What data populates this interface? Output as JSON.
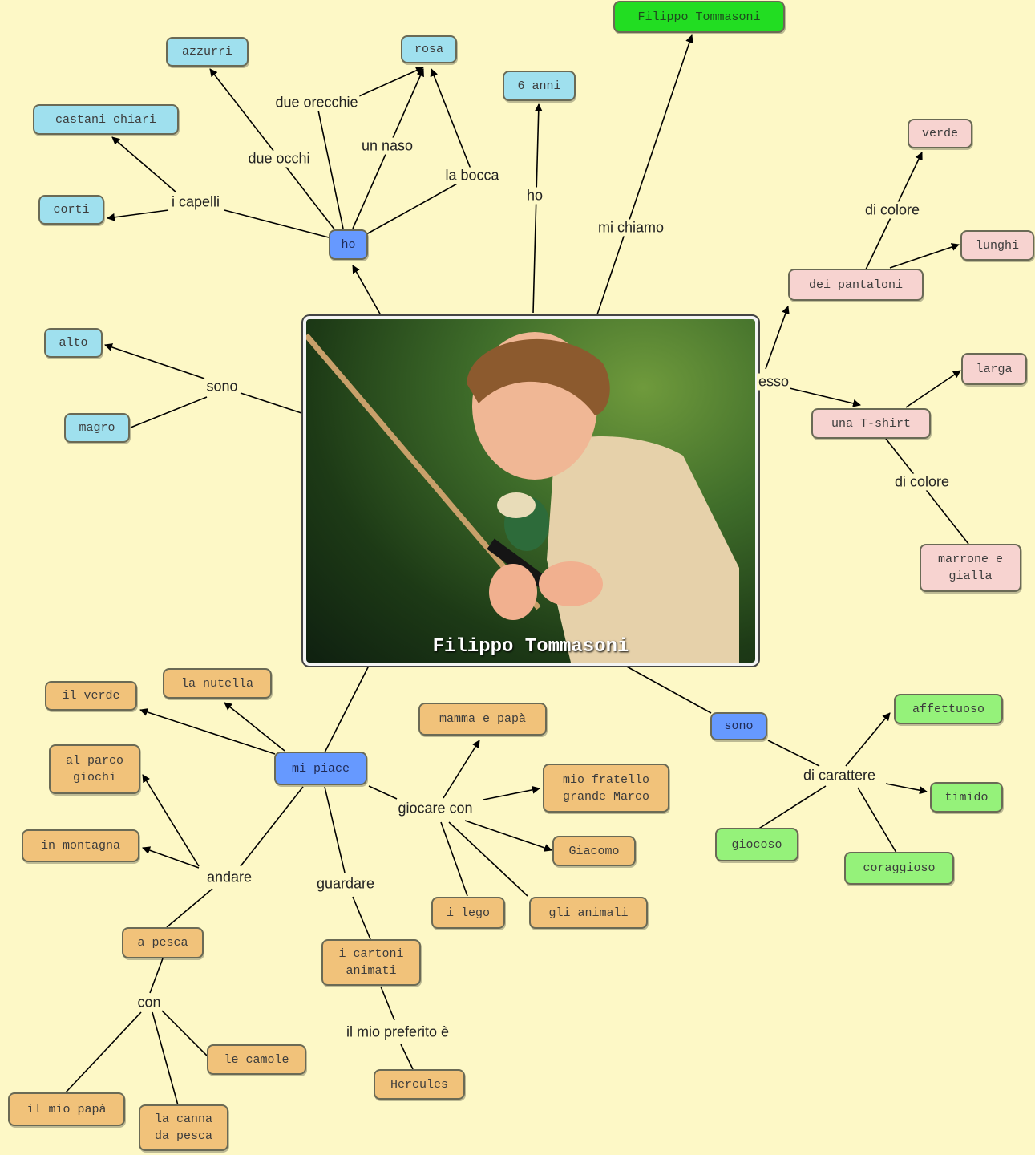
{
  "center": {
    "caption": "Filippo Tommasoni"
  },
  "nodes": {
    "filippo": "Filippo Tommasoni",
    "six": "6 anni",
    "azzurri": "azzurri",
    "rosa": "rosa",
    "castani": "castani chiari",
    "corti": "corti",
    "ho": "ho",
    "alto": "alto",
    "magro": "magro",
    "verde_top": "verde",
    "lunghi": "lunghi",
    "pantaloni": "dei pantaloni",
    "larga": "larga",
    "tshirt": "una T-shirt",
    "marrone": "marrone e\ngialla",
    "il_verde": "il verde",
    "nutella": "la nutella",
    "mamma": "mamma e papà",
    "parco": "al parco\ngiochi",
    "mipiace": "mi piace",
    "fratello": "mio fratello\ngrande Marco",
    "montagna": "in montagna",
    "giacomo": "Giacomo",
    "lego": "i lego",
    "animali": "gli animali",
    "pesca": "a pesca",
    "cartoni": "i cartoni\nanimati",
    "camole": "le camole",
    "hercules": "Hercules",
    "papa": "il mio papà",
    "canna": "la canna\nda pesca",
    "sono_b": "sono",
    "affettuoso": "affettuoso",
    "timido": "timido",
    "giocoso": "giocoso",
    "coraggioso": "coraggioso"
  },
  "labels": {
    "due_orecchie": "due orecchie",
    "due_occhi": "due occhi",
    "un_naso": "un naso",
    "la_bocca": "la bocca",
    "i_capelli": "i capelli",
    "ho_label": "ho",
    "mi_chiamo": "mi chiamo",
    "di_colore_top": "di colore",
    "sono_left": "sono",
    "esso": "esso",
    "di_colore_bottom": "di colore",
    "giocare_con": "giocare con",
    "andare": "andare",
    "guardare": "guardare",
    "con": "con",
    "il_mio_preferito": "il mio preferito è",
    "di_carattere": "di carattere"
  },
  "colors": {
    "background": "#fdf8c6",
    "blue_node": "#9fe0ee",
    "dark_blue_node": "#6699ff",
    "green_node": "#22dd22",
    "pink_node": "#f7d3d0",
    "orange_node": "#f1c27a",
    "light_green_node": "#95f27a"
  }
}
